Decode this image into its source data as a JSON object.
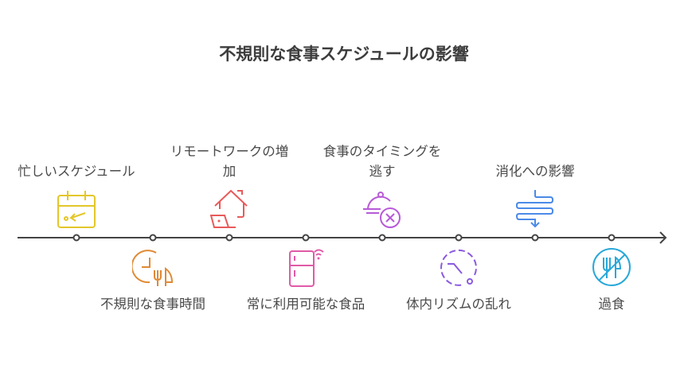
{
  "title": "不規則な食事スケジュールの影響",
  "items": [
    {
      "label": "忙しいスケジュール",
      "icon": "calendar-arrow-icon",
      "color": "#e3c72a",
      "position": "top"
    },
    {
      "label": "不規則な食事時間",
      "icon": "clock-utensils-icon",
      "color": "#e08a35",
      "position": "bottom"
    },
    {
      "label": "リモートワークの増加",
      "icon": "home-laptop-icon",
      "color": "#e85a5a",
      "position": "top"
    },
    {
      "label": "常に利用可能な食品",
      "icon": "smart-fridge-icon",
      "color": "#e05aa8",
      "position": "bottom"
    },
    {
      "label": "食事のタイミングを逃す",
      "icon": "cloche-cancel-icon",
      "color": "#b85ad8",
      "position": "top"
    },
    {
      "label": "体内リズムの乱れ",
      "icon": "broken-clock-icon",
      "color": "#8a5ae0",
      "position": "bottom"
    },
    {
      "label": "消化への影響",
      "icon": "digestion-flow-icon",
      "color": "#4a8ae8",
      "position": "top"
    },
    {
      "label": "過食",
      "icon": "no-utensils-icon",
      "color": "#2aa8d8",
      "position": "bottom"
    }
  ]
}
